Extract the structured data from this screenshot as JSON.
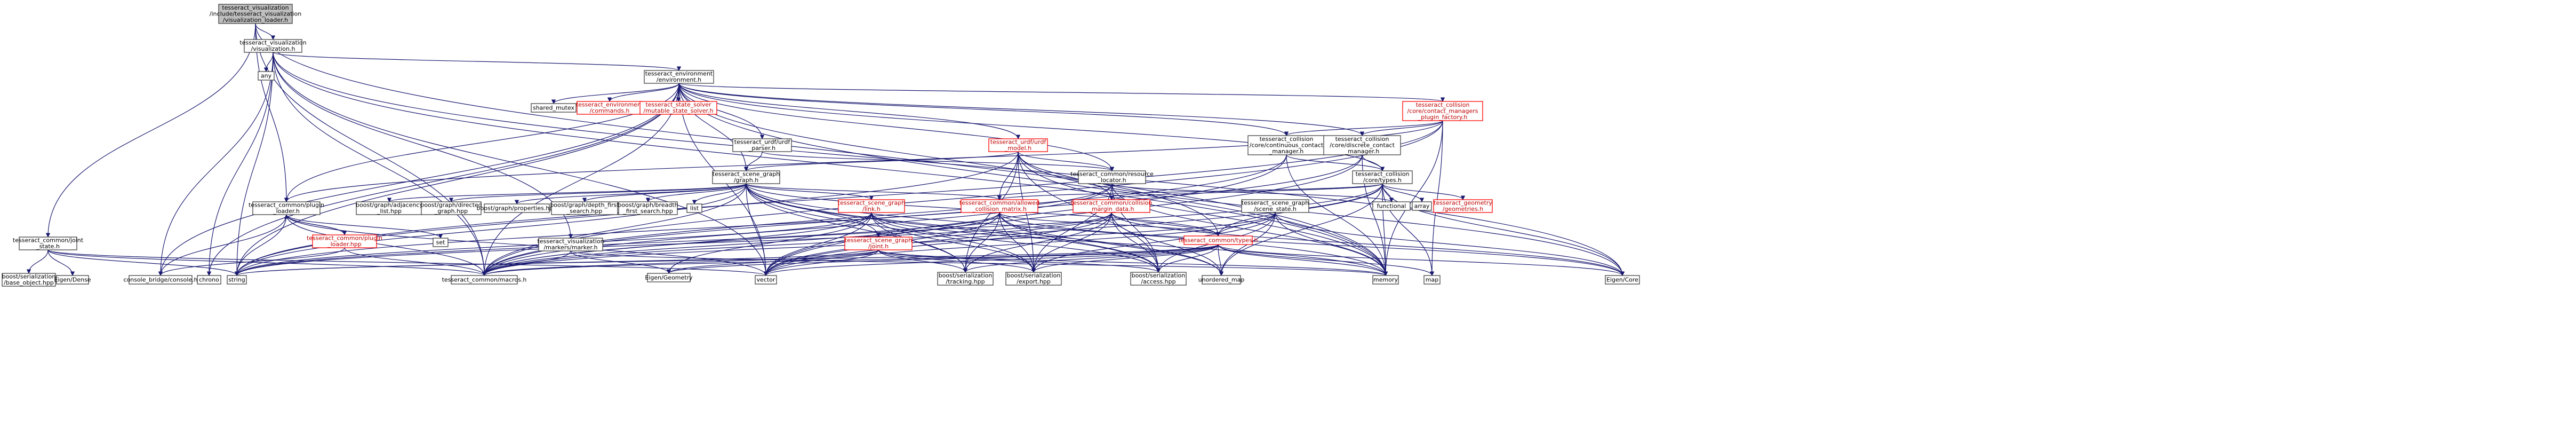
{
  "colors": {
    "edge": "#191970",
    "root_fill": "#bfbfbf",
    "node_border": "#404040",
    "missing_border": "#ff0000",
    "missing_text": "#c00000",
    "background": "#ffffff"
  },
  "nodes": {
    "root": [
      "tesseract_visualization",
      "/include/tesseract_visualization",
      "/visualization_loader.h"
    ],
    "vis": [
      "tesseract_visualization",
      "/visualization.h"
    ],
    "env": [
      "tesseract_environment",
      "/environment.h"
    ],
    "point_cloud": [
      "tesseract_common/joint",
      "_state.h"
    ],
    "any": [
      "any"
    ],
    "shared_mutex": [
      "shared_mutex"
    ],
    "commands": [
      "tesseract_environment",
      "/commands.h"
    ],
    "mutable_state_solver": [
      "tesseract_state_solver",
      "/mutable_state_solver.h"
    ],
    "urdf_parser": [
      "tesseract_urdf/urdf",
      "_parser.h"
    ],
    "contact_factory": [
      "tesseract_collision",
      "/core/contact_managers",
      "_plugin_factory.h"
    ],
    "urdf_model": [
      "tesseract_urdf/urdf",
      "_model.h"
    ],
    "continuous": [
      "tesseract_collision",
      "/core/continuous_contact",
      "_manager.h"
    ],
    "discrete": [
      "tesseract_collision",
      "/core/discrete_contact",
      "_manager.h"
    ],
    "scene_graph": [
      "tesseract_scene_graph",
      "/graph.h"
    ],
    "resource": [
      "tesseract_common/resource",
      "_locator.h"
    ],
    "coll_types": [
      "tesseract_collision",
      "/core/types.h"
    ],
    "plugin_loader": [
      "tesseract_common/plugin",
      "_loader.h"
    ],
    "adjacency": [
      "boost/graph/adjacency",
      "_list.hpp"
    ],
    "directed": [
      "boost/graph/directed",
      "_graph.hpp"
    ],
    "properties": [
      "boost/graph/properties.hpp"
    ],
    "depth_first": [
      "boost/graph/depth_first",
      "_search.hpp"
    ],
    "breadth_first": [
      "boost/graph/breadth",
      "_first_search.hpp"
    ],
    "list": [
      "list"
    ],
    "sg_link": [
      "tesseract_scene_graph",
      "/link.h"
    ],
    "allowed": [
      "tesseract_common/allowed",
      "_collision_matrix.h"
    ],
    "margin": [
      "tesseract_common/collision",
      "_margin_data.h"
    ],
    "scene_state": [
      "tesseract_scene_graph",
      "/scene_state.h"
    ],
    "functional": [
      "functional"
    ],
    "array": [
      "array"
    ],
    "geometries": [
      "tesseract_geometry",
      "/geometries.h"
    ],
    "set": [
      "set"
    ],
    "plugin_loader_hpp": [
      "tesseract_common/plugin",
      "_loader.hpp"
    ],
    "marker": [
      "tesseract_visualization",
      "/markers/marker.h"
    ],
    "sg_joint": [
      "tesseract_scene_graph",
      "/joint.h"
    ],
    "common_types": [
      "tesseract_common/types.h"
    ],
    "base_object": [
      "boost/serialization",
      "/base_object.hpp"
    ],
    "eigen_dense": [
      "Eigen/Dense"
    ],
    "console": [
      "console_bridge/console.h"
    ],
    "chrono": [
      "chrono"
    ],
    "string": [
      "string"
    ],
    "macros": [
      "tesseract_common/macros.h"
    ],
    "eigen_geometry": [
      "Eigen/Geometry"
    ],
    "vector": [
      "vector"
    ],
    "tracking": [
      "boost/serialization",
      "/tracking.hpp"
    ],
    "export": [
      "boost/serialization",
      "/export.hpp"
    ],
    "access": [
      "boost/serialization",
      "/access.hpp"
    ],
    "unordered_map": [
      "unordered_map"
    ],
    "memory": [
      "memory"
    ],
    "map": [
      "map"
    ],
    "eigen_core": [
      "Eigen/Core"
    ]
  }
}
